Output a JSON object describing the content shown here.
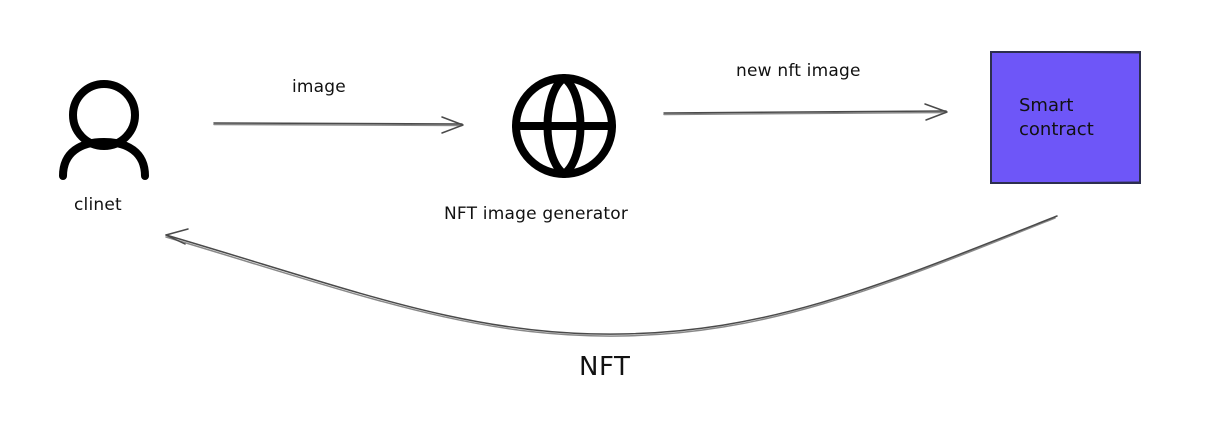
{
  "diagram": {
    "nodes": {
      "client": {
        "label": "clinet",
        "icon": "person-icon"
      },
      "generator": {
        "label": "NFT image generator",
        "icon": "globe-icon"
      },
      "smart_contract": {
        "label": "Smart\ncontract",
        "fill": "#6e56f8",
        "stroke": "#2d2f4f"
      }
    },
    "edges": {
      "client_to_generator": {
        "label": "image"
      },
      "generator_to_contract": {
        "label": "new nft image"
      },
      "contract_to_client": {
        "label": "NFT"
      }
    }
  }
}
